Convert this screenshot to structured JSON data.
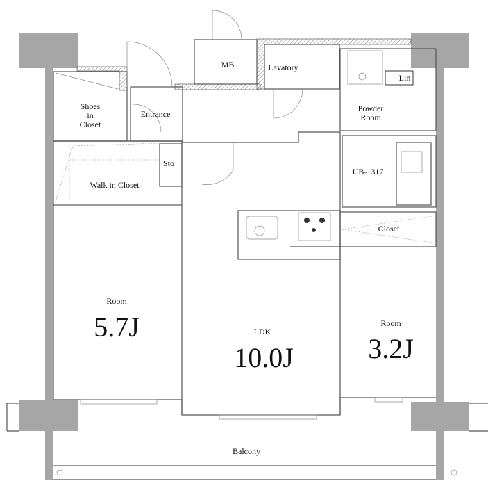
{
  "labels": {
    "shoes_closet": [
      "Shoes",
      "in",
      "Closet"
    ],
    "entrance": "Entrance",
    "mb": "MB",
    "lavatory": "Lavatory",
    "powder_room": [
      "Powder",
      "Room"
    ],
    "lin": "Lin",
    "sto": "Sto",
    "walk_in_closet": "Walk in Closet",
    "ub": "UB-1317",
    "closet": "Closet",
    "room_left": {
      "name": "Room",
      "size": "5.7J"
    },
    "ldk": {
      "name": "LDK",
      "size": "10.0J"
    },
    "room_right": {
      "name": "Room",
      "size": "3.2J"
    },
    "balcony": "Balcony"
  },
  "colors": {
    "column": "#a6a6a6",
    "wall": "#555555"
  }
}
